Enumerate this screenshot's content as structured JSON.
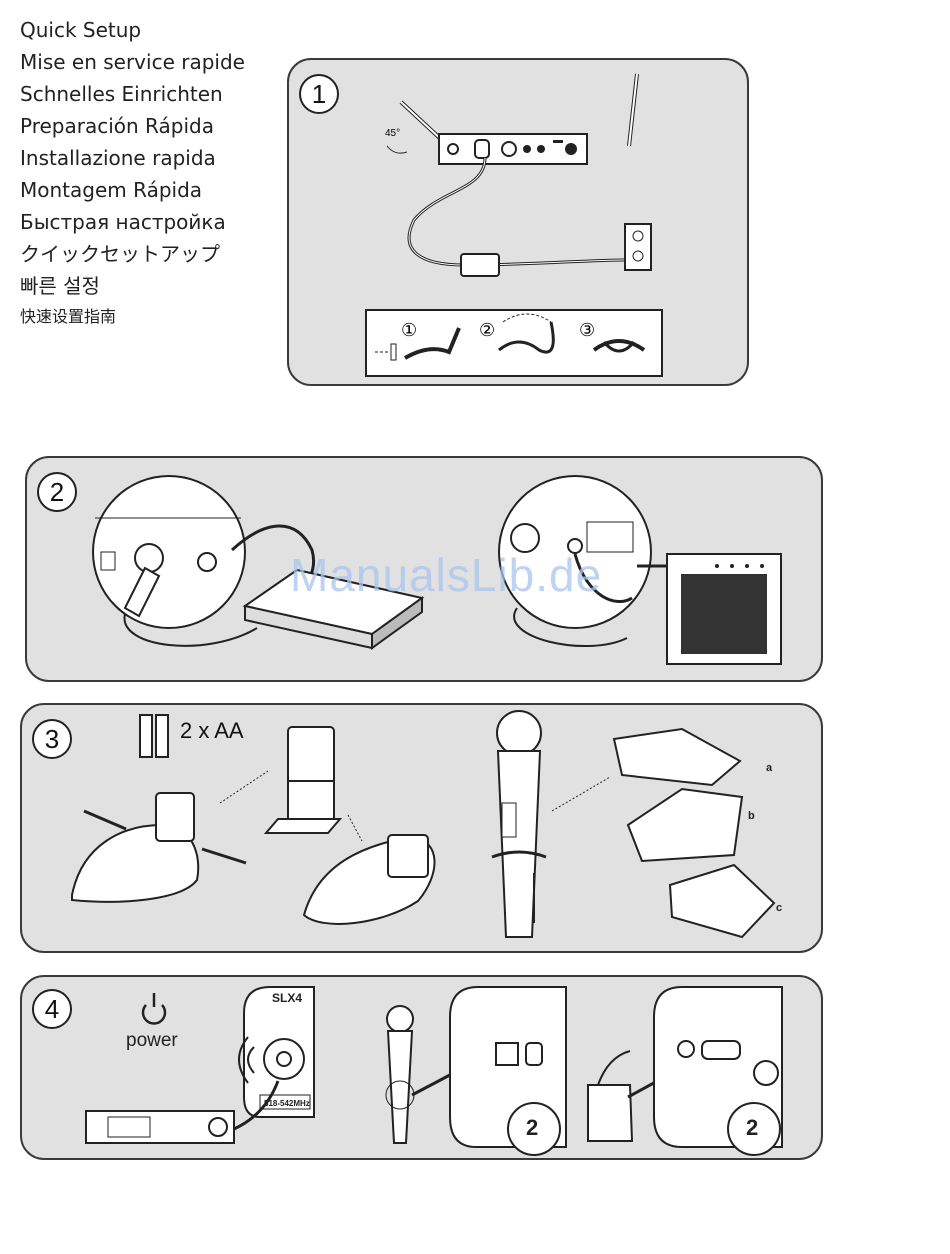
{
  "titles": [
    "Quick Setup",
    "Mise en service rapide",
    "Schnelles Einrichten",
    "Preparación Rápida",
    "Installazione rapida",
    "Montagem Rápida",
    "Быстрая настройка",
    "クイックセットアップ",
    "빠른 설정",
    "快速设置指南"
  ],
  "steps": {
    "one": {
      "number": "1",
      "angle": "45°",
      "sub1": "①",
      "sub2": "②",
      "sub3": "③"
    },
    "two": {
      "number": "2"
    },
    "three": {
      "number": "3",
      "batteries": "2 x AA",
      "tag_a": "a",
      "tag_b": "b",
      "tag_c": "c"
    },
    "four": {
      "number": "4",
      "power_label": "power",
      "model": "SLX4",
      "freq": "518-542MHz",
      "timer_left": "2",
      "timer_right": "2"
    }
  },
  "watermark": "ManualsLib.de"
}
